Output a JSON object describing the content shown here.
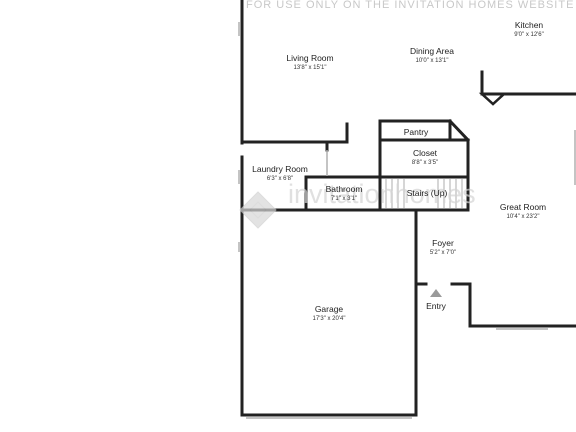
{
  "watermark": {
    "banner": "FOR USE ONLY ON THE INVITATION HOMES WEBSITE",
    "logo": "invitationhomes",
    "logo_icon": "house-logo-icon"
  },
  "rooms": {
    "kitchen": {
      "name": "Kitchen",
      "dims": "9'0\" x 12'6\""
    },
    "dining": {
      "name": "Dining Area",
      "dims": "10'0\" x 13'1\""
    },
    "living": {
      "name": "Living Room",
      "dims": "13'8\" x 15'1\""
    },
    "pantry": {
      "name": "Pantry",
      "dims": ""
    },
    "closet": {
      "name": "Closet",
      "dims": "8'8\" x 3'5\""
    },
    "laundry": {
      "name": "Laundry Room",
      "dims": "6'3\" x 6'8\""
    },
    "bathroom": {
      "name": "Bathroom",
      "dims": "7'1\" x 3'1\""
    },
    "stairs": {
      "name": "Stairs (Up)",
      "dims": ""
    },
    "great_room": {
      "name": "Great Room",
      "dims": "10'4\" x 23'2\""
    },
    "foyer": {
      "name": "Foyer",
      "dims": "5'2\" x 7'0\""
    },
    "entry": {
      "name": "Entry",
      "dims": ""
    },
    "garage": {
      "name": "Garage",
      "dims": "17'3\" x 20'4\""
    }
  },
  "colors": {
    "wall": "#222222",
    "opening": "#b0b0b0",
    "background": "#ffffff",
    "watermark": "#c8c8c8"
  }
}
